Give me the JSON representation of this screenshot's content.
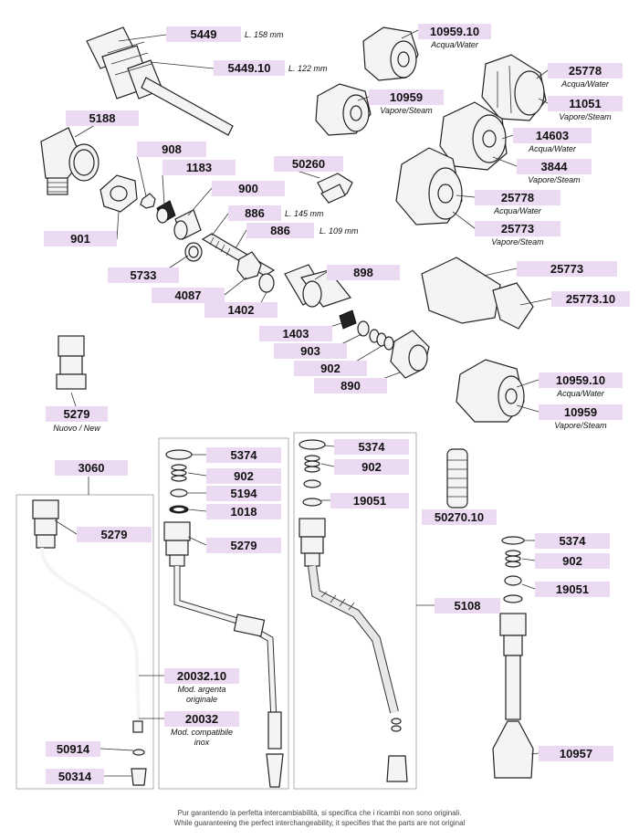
{
  "labels": {
    "p5449": "5449",
    "p5449_len": "L. 158 mm",
    "p5449_10": "5449.10",
    "p5449_10_len": "L. 122 mm",
    "p5188": "5188",
    "p908": "908",
    "p1183": "1183",
    "p901": "901",
    "p900": "900",
    "p50260": "50260",
    "p886a": "886",
    "p886a_len": "L. 145 mm",
    "p886b": "886",
    "p886b_len": "L. 109 mm",
    "p5733": "5733",
    "p4087": "4087",
    "p1402": "1402",
    "p898": "898",
    "p1403": "1403",
    "p903": "903",
    "p902": "902",
    "p890": "890",
    "p5279": "5279",
    "p5279_sub": "Nuovo / New",
    "p10959_10a": "10959.10",
    "p10959_10a_sub": "Acqua/Water",
    "p10959a": "10959",
    "p10959a_sub": "Vapore/Steam",
    "p25778a": "25778",
    "p25778a_sub": "Acqua/Water",
    "p11051": "11051",
    "p11051_sub": "Vapore/Steam",
    "p14603": "14603",
    "p14603_sub": "Acqua/Water",
    "p3844": "3844",
    "p3844_sub": "Vapore/Steam",
    "p25778b": "25778",
    "p25778b_sub": "Acqua/Water",
    "p25773a": "25773",
    "p25773a_sub": "Vapore/Steam",
    "p25773b": "25773",
    "p25773_10": "25773.10",
    "p10959_10b": "10959.10",
    "p10959_10b_sub": "Acqua/Water",
    "p10959b": "10959",
    "p10959b_sub": "Vapore/Steam",
    "p3060": "3060",
    "p5279b": "5279",
    "p20032_10": "20032.10",
    "p20032_10_sub1": "Mod. argenta",
    "p20032_10_sub2": "originale",
    "p20032": "20032",
    "p20032_sub1": "Mod. compatibile",
    "p20032_sub2": "inox",
    "p50914": "50914",
    "p50314": "50314",
    "p5374a": "5374",
    "p902b": "902",
    "p5194": "5194",
    "p1018": "1018",
    "p5279c": "5279",
    "p5374b": "5374",
    "p902c": "902",
    "p19051a": "19051",
    "p5108": "5108",
    "p50270_10": "50270.10",
    "p5374c": "5374",
    "p902d": "902",
    "p19051b": "19051",
    "p10957": "10957"
  },
  "footer": {
    "line1": "Pur garantendo la perfetta intercambiabilità, si specifica che i ricambi non sono originali.",
    "line2": "While guaranteeing the perfect interchangeability, it specifies that the parts are not original"
  }
}
